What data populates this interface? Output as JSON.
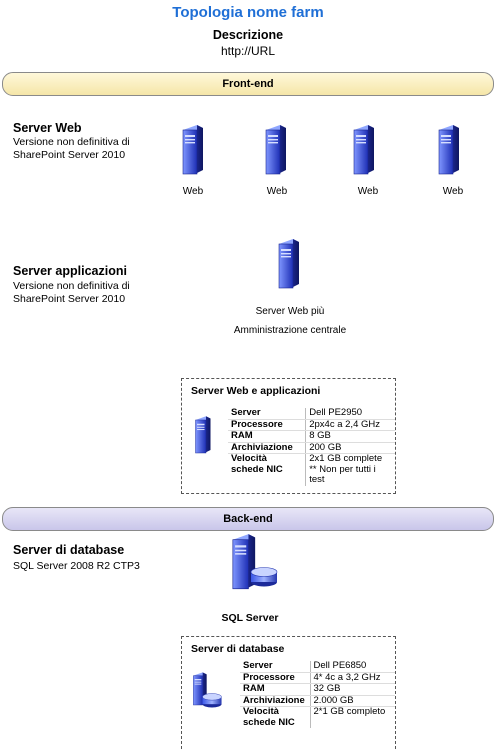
{
  "header": {
    "title": "Topologia nome farm",
    "description_label": "Descrizione",
    "description_value": "http://URL"
  },
  "bands": {
    "front": "Front-end",
    "back": "Back-end"
  },
  "web_section": {
    "title": "Server Web",
    "subtitle": "Versione non definitiva di SharePoint Server 2010",
    "servers": [
      "Web",
      "Web",
      "Web",
      "Web"
    ]
  },
  "app_section": {
    "title": "Server applicazioni",
    "subtitle": "Versione non definitiva di SharePoint Server 2010",
    "server_label_line1": "Server Web più",
    "server_label_line2": "Amministrazione centrale"
  },
  "web_app_specs": {
    "title": "Server Web e applicazioni",
    "rows": [
      {
        "k": "Server",
        "v": "Dell PE2950"
      },
      {
        "k": "Processore",
        "v": "2px4c a 2,4 GHz"
      },
      {
        "k": "RAM",
        "v": "8 GB"
      },
      {
        "k": "Archiviazione",
        "v": "200 GB"
      },
      {
        "k": "Velocità schede NIC",
        "v": "2x1 GB complete ** Non per tutti i test"
      }
    ]
  },
  "db_section": {
    "title": "Server di database",
    "subtitle": "SQL Server 2008 R2 CTP3",
    "server_label": "SQL Server"
  },
  "db_specs": {
    "title": "Server di database",
    "rows": [
      {
        "k": "Server",
        "v": "Dell PE6850"
      },
      {
        "k": "Processore",
        "v": "4* 4c a 3,2 GHz"
      },
      {
        "k": "RAM",
        "v": "32 GB"
      },
      {
        "k": "Archiviazione",
        "v": "2.000 GB"
      },
      {
        "k": "Velocità schede NIC",
        "v": "2*1 GB completo"
      }
    ]
  },
  "colors": {
    "title": "#1f6fd6",
    "server_blue": "#2b3fc8",
    "front_band": "#f5e6a8",
    "back_band": "#c9c6ea"
  }
}
